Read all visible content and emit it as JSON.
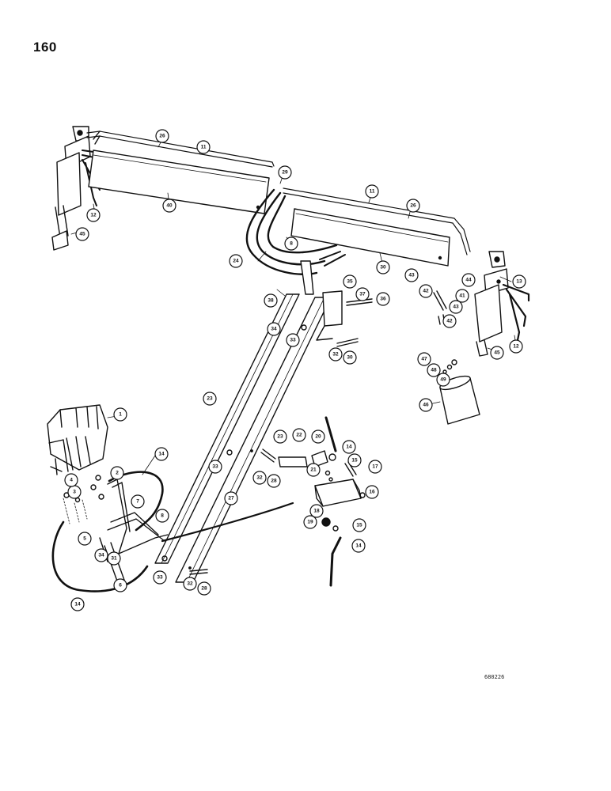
{
  "page_number": "160",
  "figure_code": "680226",
  "callouts": [
    "1",
    "2",
    "3",
    "4",
    "5",
    "6",
    "7",
    "8",
    "11",
    "12",
    "13",
    "14",
    "15",
    "16",
    "17",
    "18",
    "19",
    "20",
    "21",
    "22",
    "23",
    "24",
    "26",
    "27",
    "28",
    "29",
    "30",
    "31",
    "32",
    "33",
    "34",
    "35",
    "36",
    "37",
    "38",
    "40",
    "41",
    "42",
    "43",
    "44",
    "45",
    "46",
    "47",
    "48",
    "49"
  ]
}
